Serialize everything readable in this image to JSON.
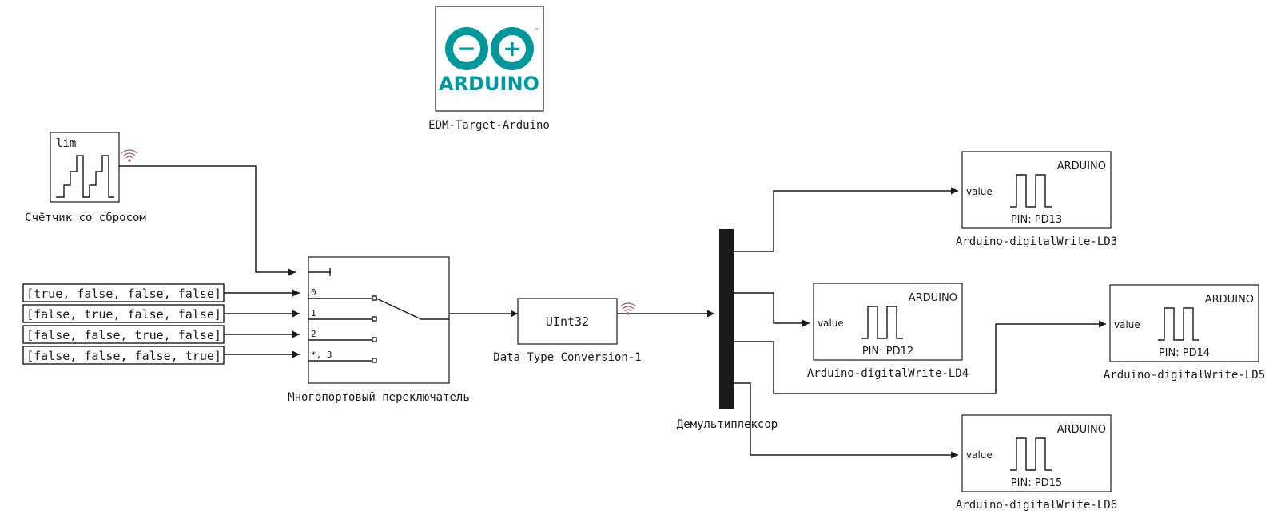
{
  "target_block": {
    "label": "EDM-Target-Arduino",
    "logo_text": "ARDUINO",
    "logo_minus": "−",
    "logo_plus": "+",
    "logo_tm": "™",
    "logo_color": "#00979c"
  },
  "counter_block": {
    "label": "Счётчик со сбросом",
    "inner_text": "lim",
    "signal_icon": "wifi-signal-icon",
    "signal_color": "#a0617a"
  },
  "constants": [
    {
      "text": "[true, false, false, false]"
    },
    {
      "text": "[false, true, false, false]"
    },
    {
      "text": "[false, false, true, false]"
    },
    {
      "text": "[false, false, false, true]"
    }
  ],
  "switch_block": {
    "label": "Многопортовый переключатель",
    "ports": [
      "0",
      "1",
      "2",
      "*, 3"
    ]
  },
  "conversion_block": {
    "label": "Data Type Conversion-1",
    "inner_text": "UInt32"
  },
  "demux_block": {
    "label": "Демультиплексор"
  },
  "writers": [
    {
      "label": "Arduino-digitalWrite-LD3",
      "brand": "ARDUINO",
      "port": "value",
      "pin": "PIN: PD13"
    },
    {
      "label": "Arduino-digitalWrite-LD4",
      "brand": "ARDUINO",
      "port": "value",
      "pin": "PIN: PD12"
    },
    {
      "label": "Arduino-digitalWrite-LD5",
      "brand": "ARDUINO",
      "port": "value",
      "pin": "PIN: PD14"
    },
    {
      "label": "Arduino-digitalWrite-LD6",
      "brand": "ARDUINO",
      "port": "value",
      "pin": "PIN: PD15"
    }
  ]
}
